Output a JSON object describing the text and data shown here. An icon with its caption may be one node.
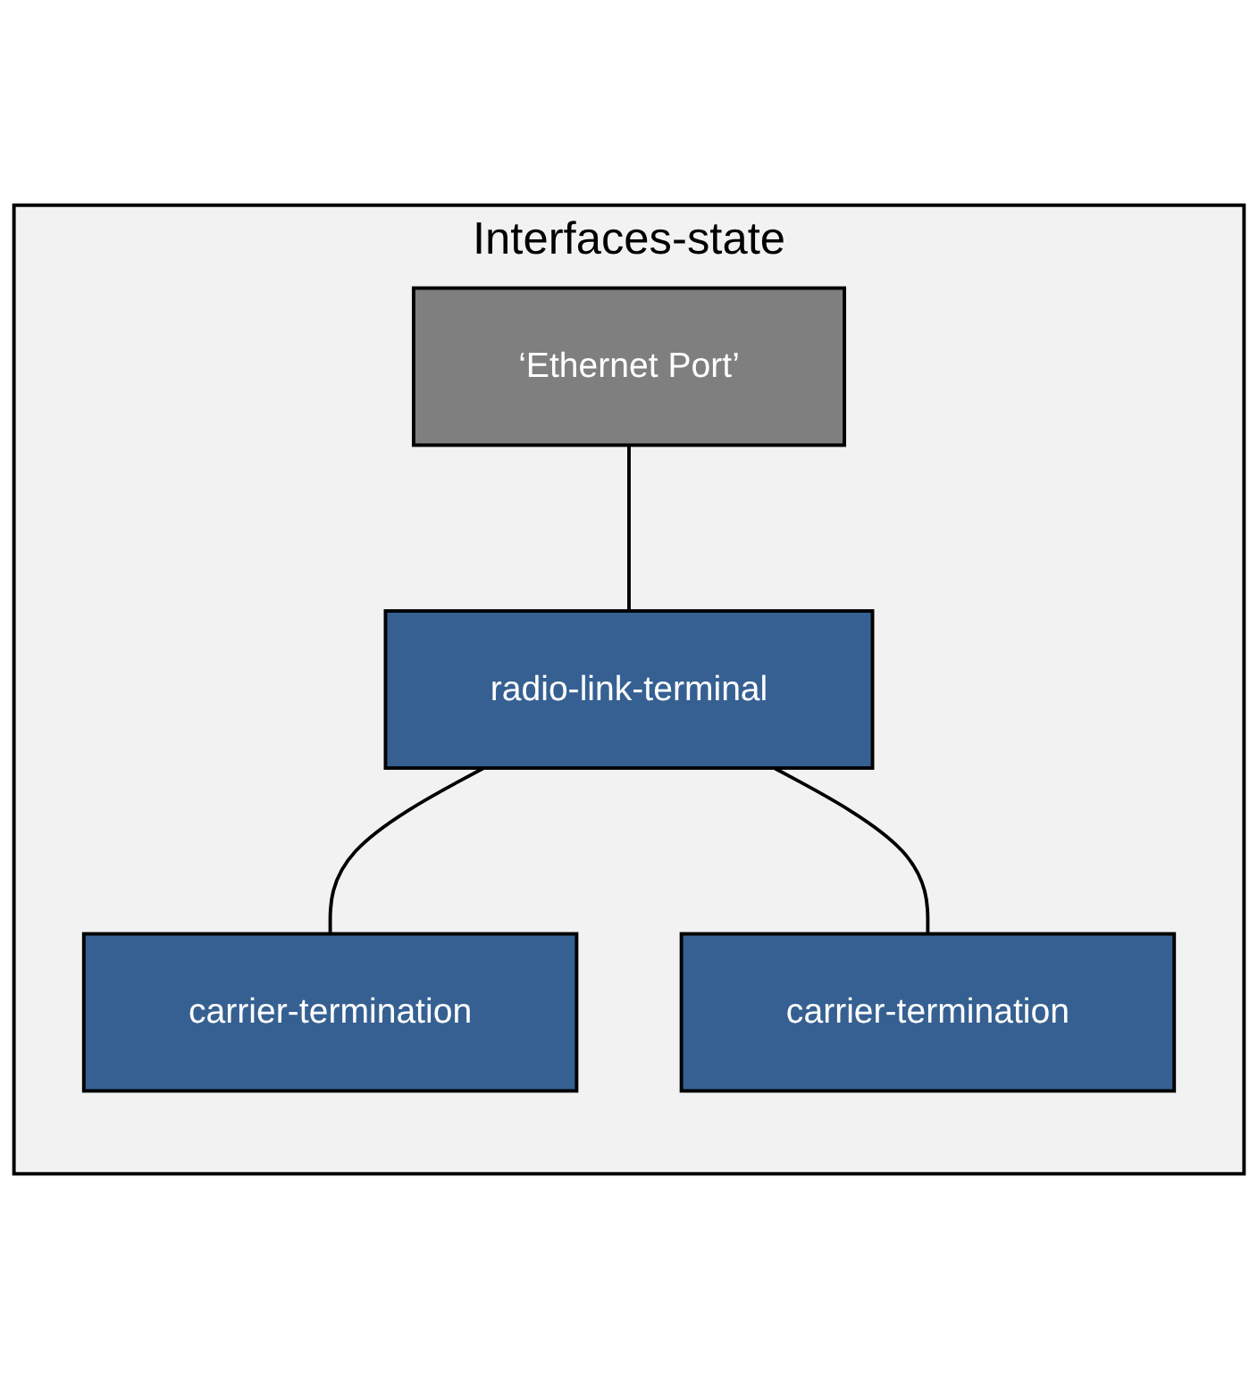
{
  "diagram": {
    "nodes": [
      {
        "text": [
          "Interfaces-state"
        ]
      },
      {
        "text": [
          "‘Ethernet Port’"
        ],
        "in": 0
      },
      {
        "text": [
          "radio-link-terminal"
        ],
        "in": 0
      },
      {
        "text": [
          "carrier-termination"
        ],
        "in": 0
      },
      {
        "text": [
          "carrier-termination"
        ],
        "in": 0
      }
    ],
    "edges": [
      {
        "from": 1,
        "to": 2,
        "arrow": "none"
      },
      {
        "from": 2,
        "to": 3,
        "arrow": "none"
      },
      {
        "from": 2,
        "to": 4,
        "arrow": "none"
      }
    ]
  }
}
